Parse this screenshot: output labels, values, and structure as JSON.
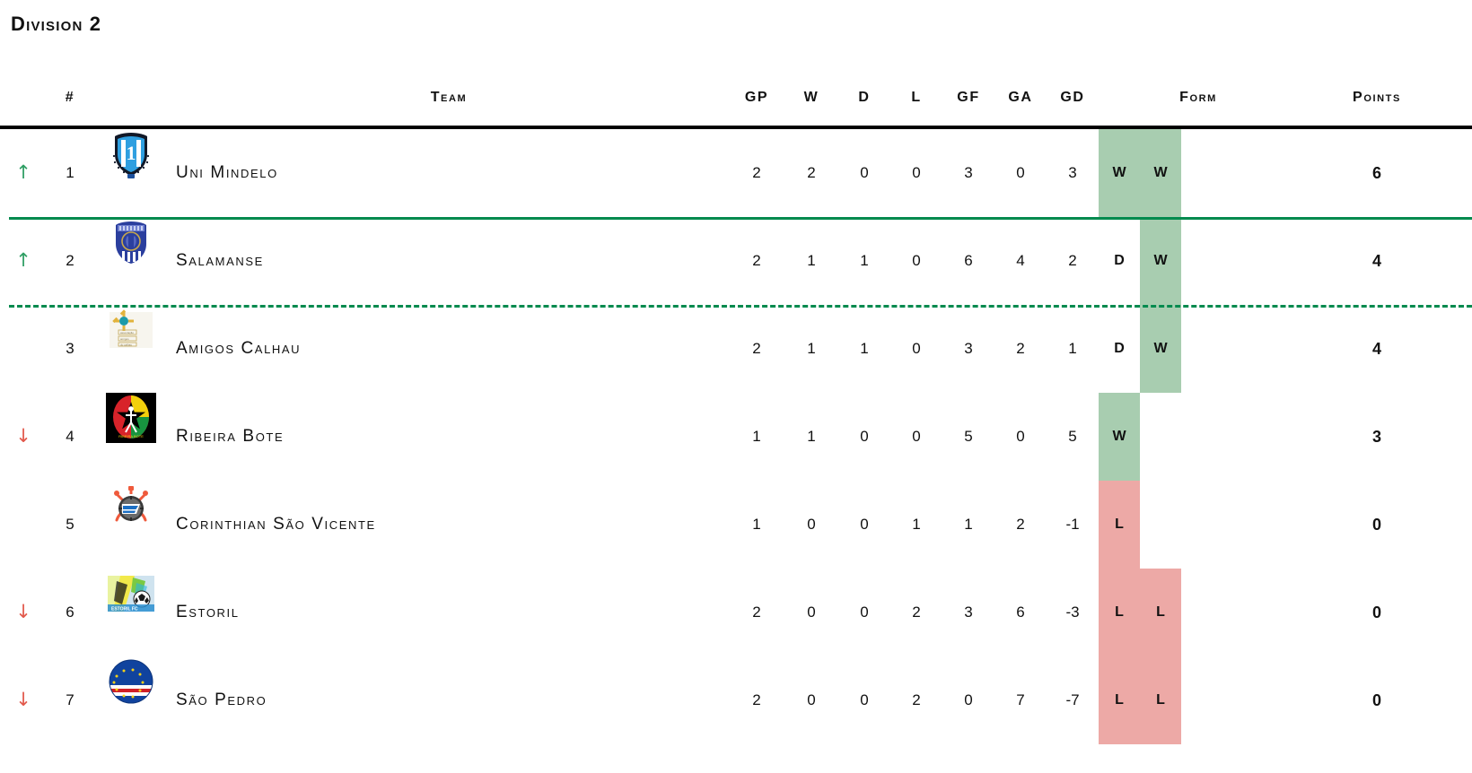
{
  "title": "Division 2",
  "colors": {
    "promotion_line": "#018a4e",
    "playoff_line": "#018a4e",
    "win_bg": "#a8cdb0",
    "loss_bg": "#eda9a6",
    "arrow_up": "#2e9e63",
    "arrow_down": "#e2594c",
    "header_rule": "#000000"
  },
  "headers": {
    "move": "",
    "rank": "#",
    "crest": "",
    "team": "Team",
    "gp": "GP",
    "w": "W",
    "d": "D",
    "l": "L",
    "gf": "GF",
    "ga": "GA",
    "gd": "GD",
    "form": "Form",
    "points": "Points"
  },
  "rows": [
    {
      "movement": "up",
      "movement_icon": "arrow-up-icon",
      "rank": "1",
      "crest": "uni-mindelo-crest",
      "team": "Uni Mindelo",
      "gp": "2",
      "w": "2",
      "d": "0",
      "l": "0",
      "gf": "3",
      "ga": "0",
      "gd": "3",
      "form": [
        "W",
        "W"
      ],
      "points": "6"
    },
    {
      "movement": "up",
      "movement_icon": "arrow-up-icon",
      "rank": "2",
      "crest": "salamanse-crest",
      "team": "Salamanse",
      "gp": "2",
      "w": "1",
      "d": "1",
      "l": "0",
      "gf": "6",
      "ga": "4",
      "gd": "2",
      "form": [
        "D",
        "W"
      ],
      "points": "4"
    },
    {
      "movement": "none",
      "movement_icon": "",
      "rank": "3",
      "crest": "amigos-calhau-crest",
      "team": "Amigos Calhau",
      "gp": "2",
      "w": "1",
      "d": "1",
      "l": "0",
      "gf": "3",
      "ga": "2",
      "gd": "1",
      "form": [
        "D",
        "W"
      ],
      "points": "4"
    },
    {
      "movement": "down",
      "movement_icon": "arrow-down-icon",
      "rank": "4",
      "crest": "ribeira-bote-crest",
      "team": "Ribeira Bote",
      "gp": "1",
      "w": "1",
      "d": "0",
      "l": "0",
      "gf": "5",
      "ga": "0",
      "gd": "5",
      "form": [
        "W"
      ],
      "points": "3"
    },
    {
      "movement": "none",
      "movement_icon": "",
      "rank": "5",
      "crest": "corinthian-sao-vicente-crest",
      "team": "Corinthian São Vicente",
      "gp": "1",
      "w": "0",
      "d": "0",
      "l": "1",
      "gf": "1",
      "ga": "2",
      "gd": "-1",
      "form": [
        "L"
      ],
      "points": "0"
    },
    {
      "movement": "down",
      "movement_icon": "arrow-down-icon",
      "rank": "6",
      "crest": "estoril-crest",
      "team": "Estoril",
      "gp": "2",
      "w": "0",
      "d": "0",
      "l": "2",
      "gf": "3",
      "ga": "6",
      "gd": "-3",
      "form": [
        "L",
        "L"
      ],
      "points": "0"
    },
    {
      "movement": "down",
      "movement_icon": "arrow-down-icon",
      "rank": "7",
      "crest": "sao-pedro-crest",
      "team": "São Pedro",
      "gp": "2",
      "w": "0",
      "d": "0",
      "l": "2",
      "gf": "0",
      "ga": "7",
      "gd": "-7",
      "form": [
        "L",
        "L"
      ],
      "points": "0"
    }
  ],
  "separators": [
    {
      "after_rank": "1",
      "style": "solid"
    },
    {
      "after_rank": "2",
      "style": "dashed"
    }
  ],
  "icons": {
    "arrow_up": "↑",
    "arrow_down": "↓"
  }
}
